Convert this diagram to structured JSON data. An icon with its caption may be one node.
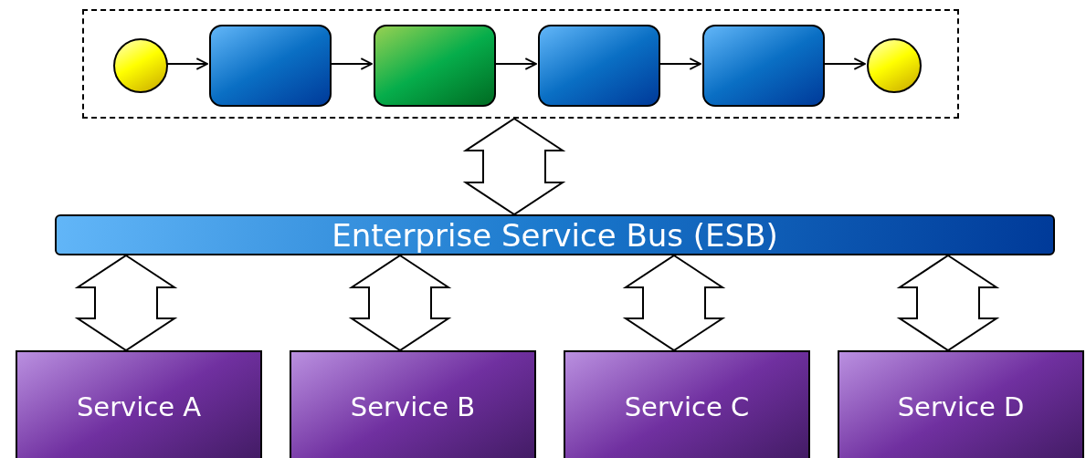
{
  "diagram": {
    "nodes": [
      {
        "text": [],
        "shape": "box"
      },
      {
        "text": [],
        "shape": "circle",
        "in": 0
      },
      {
        "text": [],
        "shape": "box",
        "in": 0
      },
      {
        "text": [],
        "shape": "box",
        "in": 0
      },
      {
        "text": [],
        "shape": "box",
        "in": 0
      },
      {
        "text": [],
        "shape": "box",
        "in": 0
      },
      {
        "text": [],
        "shape": "circle",
        "in": 0
      },
      {
        "text": [
          "Enterprise Service Bus (ESB)"
        ]
      },
      {
        "text": [
          "Service A"
        ]
      },
      {
        "text": [
          "Service B"
        ]
      },
      {
        "text": [
          "Service C"
        ]
      },
      {
        "text": [
          "Service D"
        ]
      }
    ],
    "edges": [
      {
        "from": 1,
        "to": 2,
        "arrow": "to"
      },
      {
        "from": 2,
        "to": 3,
        "arrow": "to"
      },
      {
        "from": 3,
        "to": 4,
        "arrow": "to"
      },
      {
        "from": 4,
        "to": 5,
        "arrow": "to"
      },
      {
        "from": 5,
        "to": 6,
        "arrow": "to"
      },
      {
        "from": 0,
        "to": 7,
        "arrow": "both",
        "style": "thick"
      },
      {
        "from": 7,
        "to": 8,
        "arrow": "both",
        "style": "thick"
      },
      {
        "from": 7,
        "to": 9,
        "arrow": "both",
        "style": "thick"
      },
      {
        "from": 7,
        "to": 10,
        "arrow": "both",
        "style": "thick"
      },
      {
        "from": 7,
        "to": 11,
        "arrow": "both",
        "style": "thick"
      }
    ]
  }
}
